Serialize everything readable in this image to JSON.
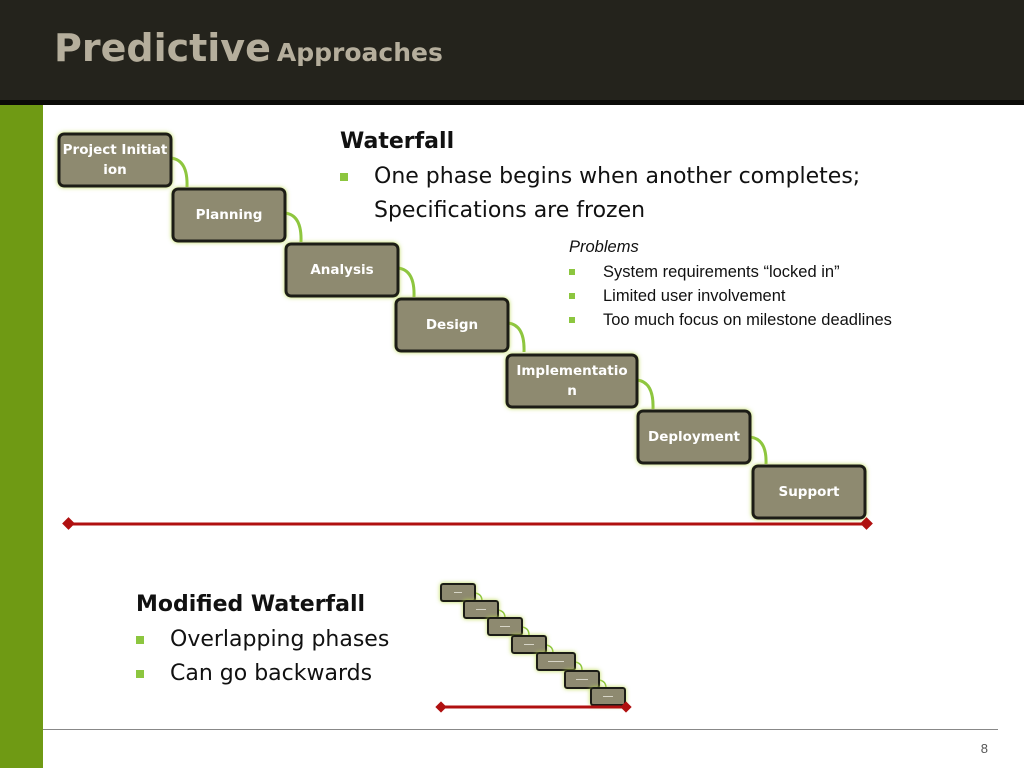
{
  "title": {
    "main": "Predictive",
    "sub": "Approaches"
  },
  "waterfall": {
    "heading": "Waterfall",
    "bullets": [
      "One phase begins when another completes; Specifications are frozen"
    ],
    "problems_label": "Problems",
    "problems": [
      "System requirements “locked in”",
      "Limited user involvement",
      "Too much focus on milestone deadlines"
    ],
    "phases": [
      "Project Initiation",
      "Planning",
      "Analysis",
      "Design",
      "Implementation",
      "Deployment",
      "Support"
    ]
  },
  "modified_waterfall": {
    "heading": "Modified Waterfall",
    "bullets": [
      "Overlapping phases",
      "Can go backwards"
    ]
  },
  "page_number": "8",
  "colors": {
    "title_bar": "#24231c",
    "title_text": "#b5ae9c",
    "accent_green": "#6f9a14",
    "bullet_green": "#8cc63f",
    "phase_box": "#8e8a70",
    "timeline_red": "#b01010"
  }
}
